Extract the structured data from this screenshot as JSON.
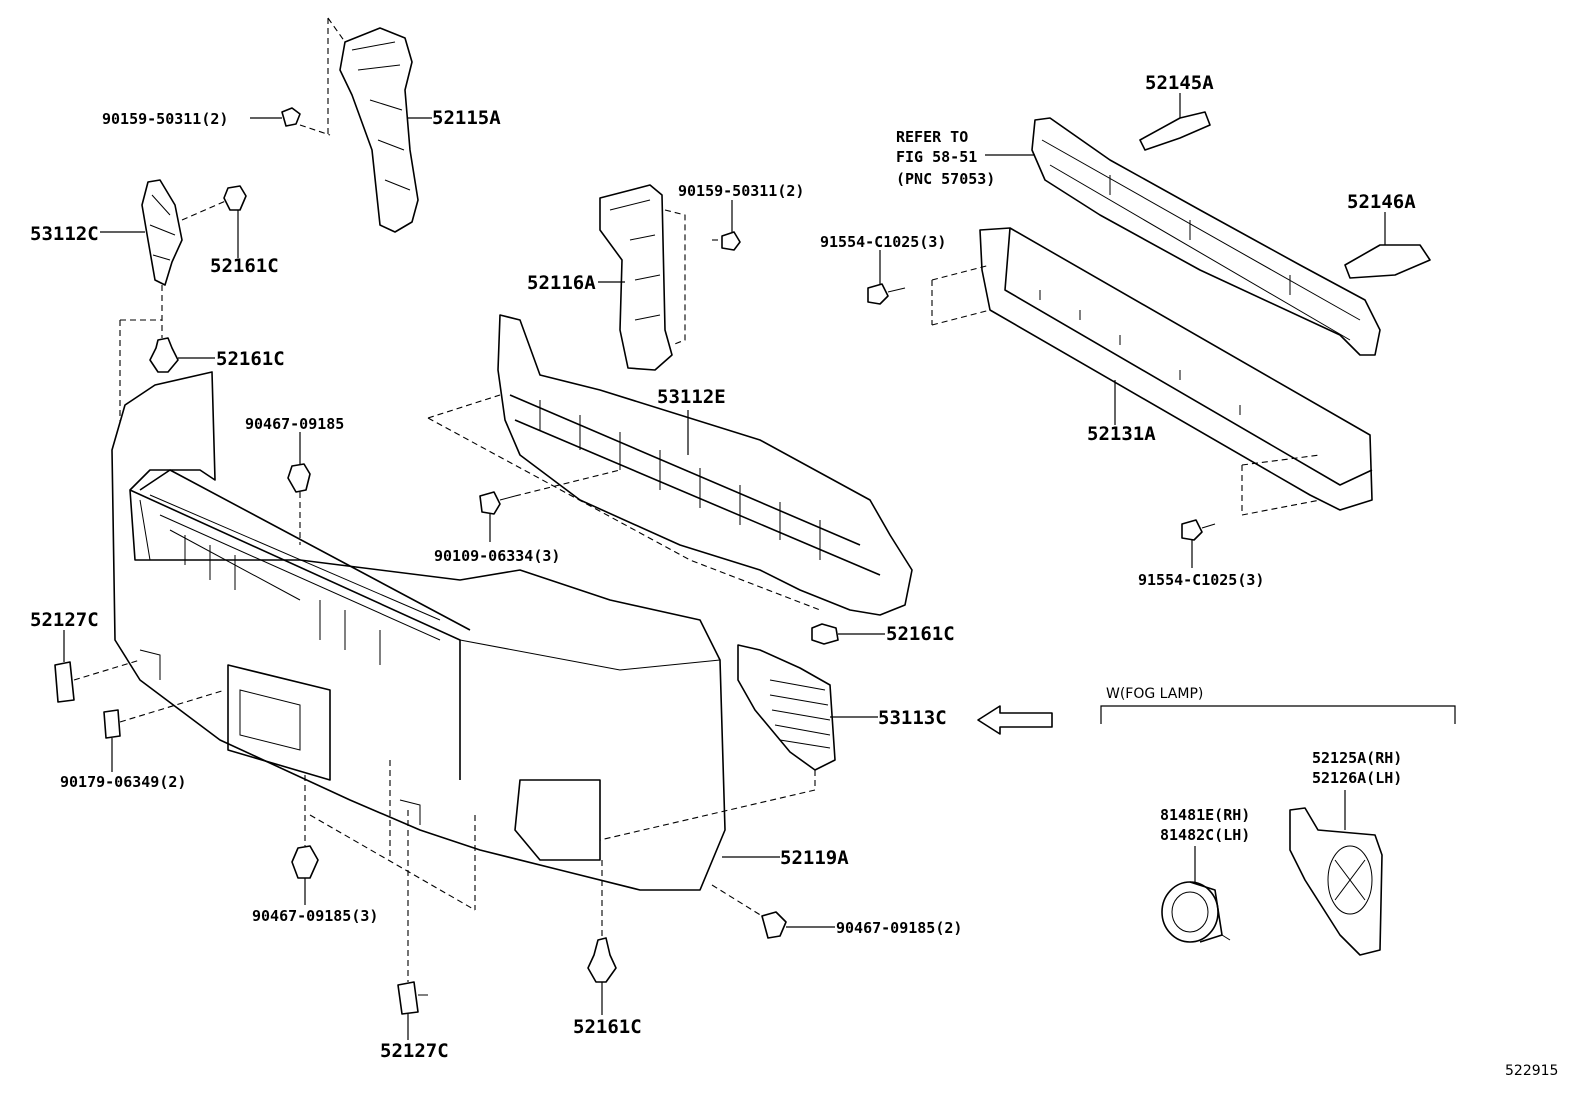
{
  "diagram": {
    "labels": {
      "l_52115A": "52115A",
      "l_90159_50311_a": "90159-50311(2)",
      "l_53112C": "53112C",
      "l_52161C_a": "52161C",
      "l_52161C_b": "52161C",
      "l_90467_09185_a": "90467-09185",
      "l_52116A": "52116A",
      "l_90159_50311_b": "90159-50311(2)",
      "l_53112E": "53112E",
      "l_90109_06334": "90109-06334(3)",
      "l_52145A": "52145A",
      "l_refer_1": "REFER TO",
      "l_refer_2": "FIG 58-51",
      "l_refer_3": "(PNC 57053)",
      "l_52146A": "52146A",
      "l_91554_C1025_a": "91554-C1025(3)",
      "l_52131A": "52131A",
      "l_91554_C1025_b": "91554-C1025(3)",
      "l_52127C_a": "52127C",
      "l_90179_06349": "90179-06349(2)",
      "l_52161C_c": "52161C",
      "l_53113C": "53113C",
      "l_wfog": "W(FOG LAMP)",
      "l_52125A": "52125A(RH)",
      "l_52126A": "52126A(LH)",
      "l_81481E": "81481E(RH)",
      "l_81482C": "81482C(LH)",
      "l_52119A": "52119A",
      "l_90467_09185_b": "90467-09185(3)",
      "l_90467_09185_c": "90467-09185(2)",
      "l_52161C_d": "52161C",
      "l_52127C_b": "52127C",
      "l_ref_no": "522915"
    }
  }
}
